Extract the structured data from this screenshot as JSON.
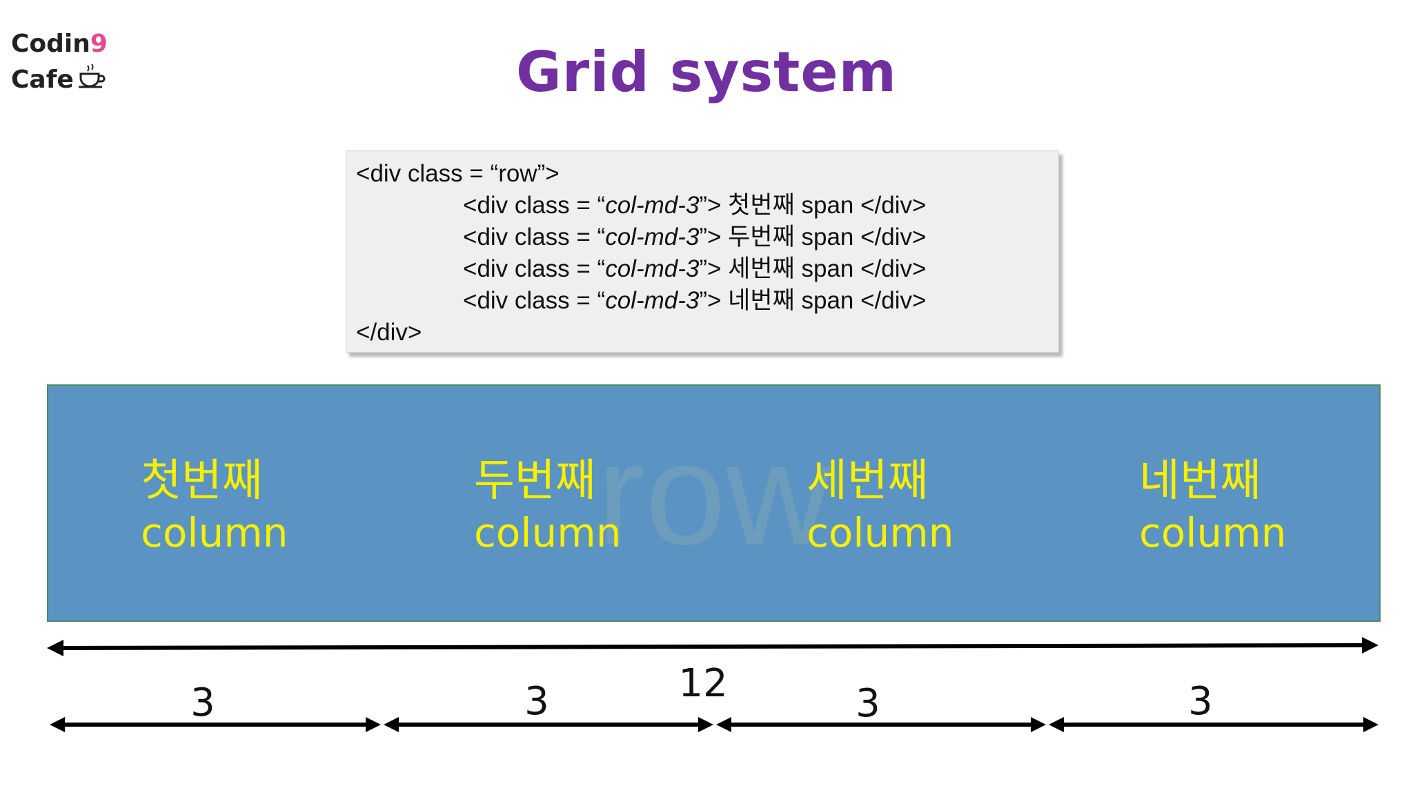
{
  "logo": {
    "line1_main": "Codin",
    "line1_accent": "9",
    "line2": "Cafe"
  },
  "title": "Grid system",
  "code": {
    "open": "<div class = “row”>",
    "items": [
      {
        "prefix": "<div class = “",
        "cls": "col-md-3",
        "mid": "”> ",
        "name": "첫번째",
        "suffix": " span </div>"
      },
      {
        "prefix": "<div class = “",
        "cls": "col-md-3",
        "mid": "”> ",
        "name": "두번째",
        "suffix": " span </div>"
      },
      {
        "prefix": "<div class = “",
        "cls": "col-md-3",
        "mid": "”> ",
        "name": "세번째",
        "suffix": " span </div>"
      },
      {
        "prefix": "<div class = “",
        "cls": "col-md-3",
        "mid": "”> ",
        "name": "네번째",
        "suffix": " span </div>"
      }
    ],
    "close": "</div>"
  },
  "row": {
    "watermark": "row",
    "columns": [
      {
        "ko": "첫번째",
        "en": "column"
      },
      {
        "ko": "두번째",
        "en": "column"
      },
      {
        "ko": "세번째",
        "en": "column"
      },
      {
        "ko": "네번째",
        "en": "column"
      }
    ]
  },
  "total_span": "12",
  "spans": [
    "3",
    "3",
    "3",
    "3"
  ],
  "colors": {
    "title": "#7030a0",
    "row_bg": "#5b93c3",
    "column_text": "#f7f000",
    "logo_accent": "#e04c8e"
  }
}
